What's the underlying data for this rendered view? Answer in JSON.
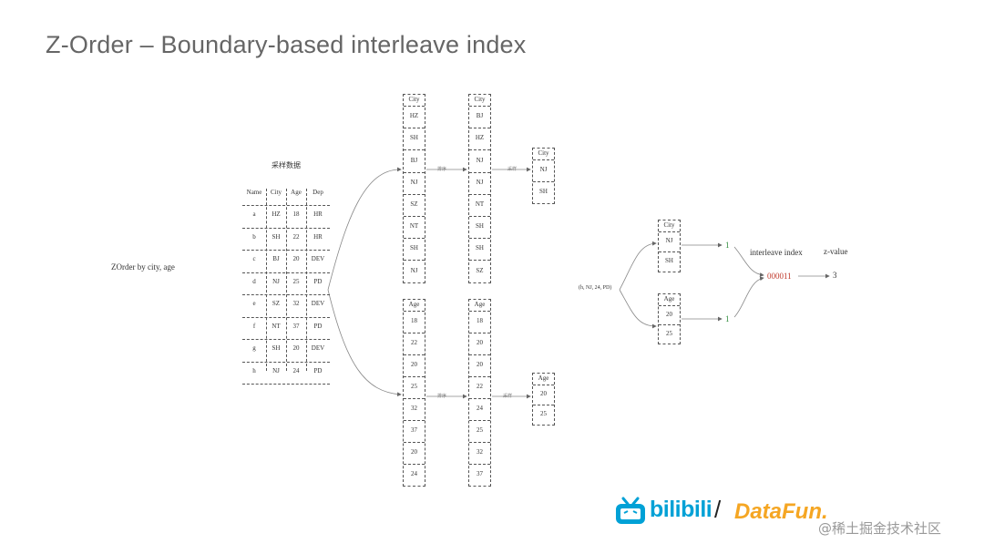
{
  "title": "Z-Order – Boundary-based interleave index",
  "left_label": "ZOrder by city, age",
  "sample_label": "采样数据",
  "table": {
    "headers": [
      "Name",
      "City",
      "Age",
      "Dep"
    ],
    "rows": [
      [
        "a",
        "HZ",
        "18",
        "HR"
      ],
      [
        "b",
        "SH",
        "22",
        "HR"
      ],
      [
        "c",
        "BJ",
        "20",
        "DEV"
      ],
      [
        "d",
        "NJ",
        "25",
        "PD"
      ],
      [
        "e",
        "SZ",
        "32",
        "DEV"
      ],
      [
        "f",
        "NT",
        "37",
        "PD"
      ],
      [
        "g",
        "SH",
        "20",
        "DEV"
      ],
      [
        "h",
        "NJ",
        "24",
        "PD"
      ]
    ]
  },
  "city_raw": {
    "header": "City",
    "items": [
      "HZ",
      "SH",
      "BJ",
      "NJ",
      "SZ",
      "NT",
      "SH",
      "NJ"
    ]
  },
  "city_sorted": {
    "header": "City",
    "items": [
      "BJ",
      "HZ",
      "NJ",
      "NJ",
      "NT",
      "SH",
      "SH",
      "SZ"
    ]
  },
  "city_sampled": {
    "header": "City",
    "items": [
      "NJ",
      "SH"
    ]
  },
  "age_raw": {
    "header": "Age",
    "items": [
      "18",
      "22",
      "20",
      "25",
      "32",
      "37",
      "20",
      "24"
    ]
  },
  "age_sorted": {
    "header": "Age",
    "items": [
      "18",
      "20",
      "20",
      "22",
      "24",
      "25",
      "32",
      "37"
    ]
  },
  "age_sampled": {
    "header": "Age",
    "items": [
      "20",
      "25"
    ]
  },
  "arrow_labels": {
    "sort": "排序",
    "sample": "采样"
  },
  "right": {
    "tuple": "(h, NJ, 24, PD)",
    "city_box": {
      "header": "City",
      "items": [
        "NJ",
        "SH"
      ]
    },
    "age_box": {
      "header": "Age",
      "items": [
        "20",
        "25"
      ]
    },
    "city_index": "1",
    "age_index": "1",
    "interleave_label": "interleave index",
    "interleave_value": "000011",
    "zvalue_label": "z-value",
    "zvalue": "3"
  },
  "colors": {
    "index": "#2e8b3a",
    "interleave": "#c0392b",
    "logo_blue": "#00a1d6",
    "logo_orange": "#f5a623"
  },
  "logos": {
    "bilibili": "bilibili",
    "separator": "/",
    "datafun": "DataFun.",
    "watermark": "@稀土掘金技术社区"
  }
}
